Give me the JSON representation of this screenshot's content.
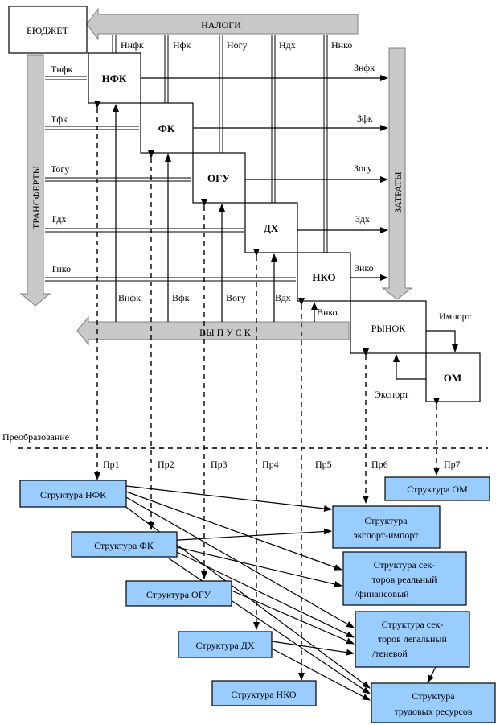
{
  "labels": {
    "budget": "БЮДЖЕТ",
    "taxes": "НАЛОГИ",
    "transfers": "ТРАНСФЕРТЫ",
    "costs": "ЗАТРАТЫ",
    "output": "ВЫ П У С К",
    "market": "РЫНОК",
    "om": "ОМ",
    "import": "Импорт",
    "export": "Экспорт",
    "transformation": "Преобразование"
  },
  "sectors": [
    {
      "name": "НФК",
      "tax": "Ннфк",
      "transfer": "Тнфк",
      "cost": "Знфк",
      "output": "Внфк",
      "conv": "Пр1"
    },
    {
      "name": "ФК",
      "tax": "Нфк",
      "transfer": "Тфк",
      "cost": "Зфк",
      "output": "Вфк",
      "conv": "Пр2"
    },
    {
      "name": "ОГУ",
      "tax": "Ногу",
      "transfer": "Тогу",
      "cost": "Зогу",
      "output": "Вогу",
      "conv": "Пр3"
    },
    {
      "name": "ДХ",
      "tax": "Ндх",
      "transfer": "Тдх",
      "cost": "Здх",
      "output": "Вдх",
      "conv": "Пр4"
    },
    {
      "name": "НКО",
      "tax": "Ннко",
      "transfer": "Тнко",
      "cost": "Знко",
      "output": "Внко",
      "conv": "Пр5"
    }
  ],
  "conv_extra": [
    "Пр6",
    "Пр7"
  ],
  "structures_left": [
    "Структура НФК",
    "Структура ФК",
    "Структура ОГУ",
    "Структура ДХ",
    "Структура НКО"
  ],
  "structure_om": "Структура ОМ",
  "structures_right": [
    [
      "Структура",
      "экспорт-импорт"
    ],
    [
      "Структура сек-",
      "торов реальный",
      "/финансовый"
    ],
    [
      "Структура сек-",
      "торов легальный",
      "/теневой"
    ],
    [
      "Структура",
      "трудовых ресурсов"
    ]
  ],
  "colors": {
    "structure_fill": "#99ccff",
    "arrow_fill": "#c8c8c8"
  }
}
